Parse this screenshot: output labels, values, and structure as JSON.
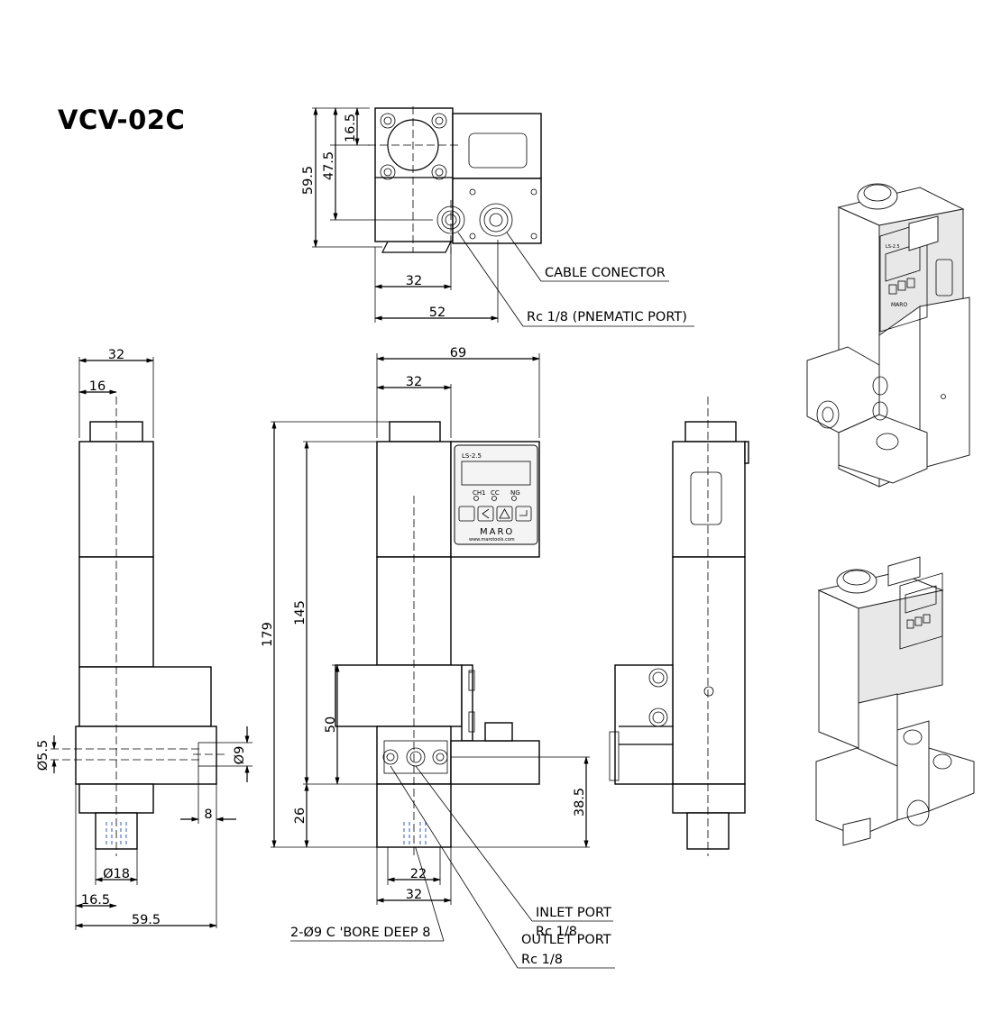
{
  "title": "VCV-02C",
  "top_view": {
    "dims": {
      "d16_5": "16.5",
      "d47_5": "47.5",
      "d59_5": "59.5",
      "d32": "32",
      "d52": "52"
    },
    "callouts": {
      "cable_connector": "CABLE CONECTOR",
      "pneumatic_port": "Rc 1/8 (PNEMATIC PORT)"
    }
  },
  "left_view": {
    "dims": {
      "d32": "32",
      "d16": "16",
      "d5_5": "Ø5.5",
      "d9": "Ø9",
      "d8": "8",
      "d18": "Ø18",
      "d16_5": "16.5",
      "d59_5": "59.5"
    },
    "callouts": {
      "cbore": "2-Ø9 C 'BORE DEEP 8"
    }
  },
  "front_view": {
    "dims": {
      "d69": "69",
      "d32_top": "32",
      "d179": "179",
      "d145": "145",
      "d50": "50",
      "d26": "26",
      "d38_5": "38.5",
      "d22": "22",
      "d32_bottom": "32"
    },
    "callouts": {
      "inlet_port": "INLET PORT",
      "inlet_thread": "Rc 1/8",
      "outlet_port": "OUTLET PORT",
      "outlet_thread": "Rc 1/8"
    },
    "controller": {
      "model": "LS-2.5",
      "led1": "CH1",
      "led2": "CC",
      "led3": "NG",
      "brand": "MARO",
      "website": "www.marotools.com"
    }
  },
  "iso_views": {
    "upper_model": "LS-2.5",
    "brand": "MARO"
  }
}
